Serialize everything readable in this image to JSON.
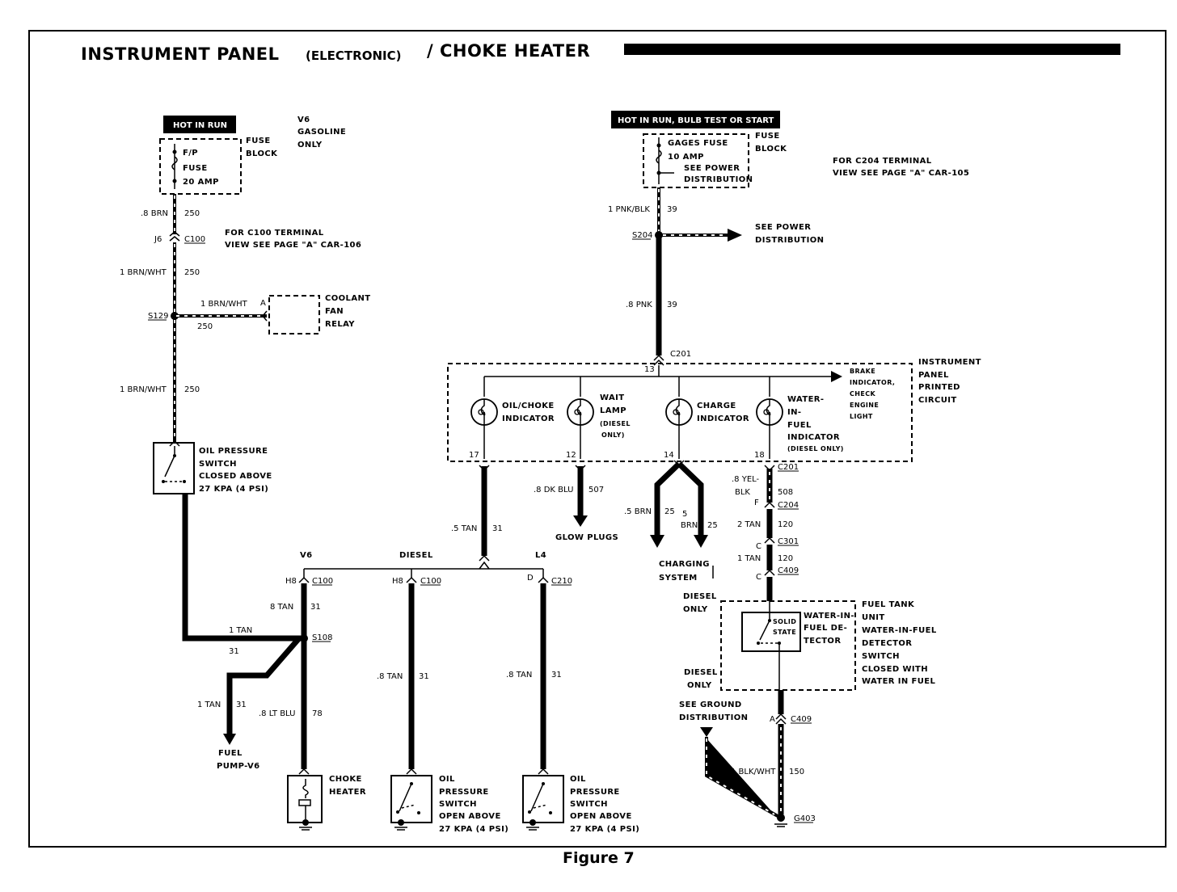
{
  "title": {
    "main": "INSTRUMENT PANEL",
    "paren": "(ELECTRONIC)",
    "rest": "/ CHOKE HEATER"
  },
  "caption": "Figure 7",
  "left": {
    "hot_label": "HOT IN RUN",
    "note_v6": [
      "V6",
      "GASOLINE",
      "ONLY"
    ],
    "fuse": [
      "F/P",
      "FUSE",
      "20 AMP"
    ],
    "fuse_block": [
      "FUSE",
      "BLOCK"
    ],
    "w1_gauge": ".8 BRN",
    "w1_circuit": "250",
    "c100_pin": "J6",
    "c100": "C100",
    "c100_note": [
      "FOR C100 TERMINAL",
      "VIEW SEE PAGE \"A\" CAR-106"
    ],
    "w2_gauge": "1 BRN/WHT",
    "w2_circuit": "250",
    "splice": "S129",
    "branch_gauge": "1 BRN/WHT",
    "branch_circuit": "250",
    "relay_pin": "A",
    "relay": [
      "COOLANT",
      "FAN",
      "RELAY"
    ],
    "w3_gauge": "1 BRN/WHT",
    "w3_circuit": "250",
    "ops": [
      "OIL PRESSURE",
      "SWITCH",
      "CLOSED ABOVE",
      "27 KPA (4 PSI)"
    ],
    "tan_gauge": "1 TAN",
    "tan_circuit": "31",
    "splice2": "S108",
    "pump_gauge": "1 TAN",
    "pump_circuit": "31",
    "pump": [
      "FUEL",
      "PUMP-V6"
    ],
    "v6_header": "V6",
    "v6_pin": "H8",
    "v6_conn": "C100",
    "v6_gauge": "8 TAN",
    "v6_circuit": "31",
    "choke_gauge": ".8 LT BLU",
    "choke_circuit": "78",
    "choke": [
      "CHOKE",
      "HEATER"
    ]
  },
  "middle": {
    "diesel_header": "DIESEL",
    "diesel_pin": "H8",
    "diesel_conn": "C100",
    "diesel_gauge": ".8 TAN",
    "diesel_circuit": "31",
    "diesel_switch": [
      "OIL",
      "PRESSURE",
      "SWITCH",
      "OPEN ABOVE",
      "27 KPA (4 PSI)"
    ],
    "l4_header": "L4",
    "l4_pin": "D",
    "l4_conn": "C210",
    "l4_gauge": ".8 TAN",
    "l4_circuit": "31",
    "l4_switch": [
      "OIL",
      "PRESSURE",
      "SWITCH",
      "OPEN ABOVE",
      "27 KPA (4 PSI)"
    ],
    "tan5_gauge": ".5 TAN",
    "tan5_circuit": "31",
    "glow_gauge": ".8 DK BLU",
    "glow_circuit": "507",
    "glow": "GLOW PLUGS",
    "brn_gauge": ".5 BRN",
    "brn_circuit": "25",
    "brn2_gauge": [
      "5",
      "BRN"
    ],
    "brn2_circuit": "25",
    "charging": [
      "CHARGING",
      "SYSTEM"
    ]
  },
  "right": {
    "hot_label": "HOT IN RUN, BULB TEST OR START",
    "fuse": [
      "GAGES FUSE",
      "10 AMP",
      "SEE POWER",
      "DISTRIBUTION"
    ],
    "fuse_block": [
      "FUSE",
      "BLOCK"
    ],
    "c204_note": [
      "FOR C204 TERMINAL",
      "VIEW SEE PAGE \"A\" CAR-105"
    ],
    "w1_gauge": "1 PNK/BLK",
    "w1_circuit": "39",
    "splice": "S204",
    "see_power": [
      "SEE POWER",
      "DISTRIBUTION"
    ],
    "w2_gauge": ".8 PNK",
    "w2_circuit": "39",
    "c201": "C201",
    "pin13": "13",
    "ipc": [
      "INSTRUMENT",
      "PANEL",
      "PRINTED",
      "CIRCUIT"
    ],
    "brake": [
      "BRAKE",
      "INDICATOR,",
      "CHECK",
      "ENGINE",
      "LIGHT"
    ],
    "oil_choke": [
      "OIL/CHOKE",
      "INDICATOR"
    ],
    "wait_lamp": [
      "WAIT",
      "LAMP",
      "(DIESEL",
      "ONLY)"
    ],
    "charge": [
      "CHARGE",
      "INDICATOR"
    ],
    "wif": [
      "WATER-",
      "IN-",
      "FUEL",
      "INDICATOR",
      "(DIESEL ONLY)"
    ],
    "pins": [
      "17",
      "12",
      "14",
      "18"
    ],
    "c201_b": "C201",
    "yel_gauge": [
      ".8 YEL-",
      "BLK"
    ],
    "yel_circuit": "508",
    "c204_pin": "F",
    "c204": "C204",
    "t2_gauge": "2 TAN",
    "t2_circuit": "120",
    "c301_pin": "C",
    "c301": "C301",
    "t1_gauge": "1 TAN",
    "t1_circuit": "120",
    "c409_pin": "C",
    "c409": "C409",
    "diesel_only": [
      "DIESEL",
      "ONLY"
    ],
    "detector": [
      "WATER-IN-",
      "FUEL DE-",
      "TECTOR"
    ],
    "solid_state": [
      "SOLID",
      "STATE"
    ],
    "fuel_tank": [
      "FUEL TANK",
      "UNIT",
      "WATER-IN-FUEL",
      "DETECTOR",
      "SWITCH",
      "CLOSED WITH",
      "WATER IN FUEL"
    ],
    "diesel_only2": [
      "DIESEL",
      "ONLY"
    ],
    "see_ground": [
      "SEE GROUND",
      "DISTRIBUTION"
    ],
    "c409b_pin": "A",
    "c409b": "C409",
    "blk_gauge": "1 BLK/WHT",
    "blk_circuit": "150",
    "ground": "G403"
  }
}
